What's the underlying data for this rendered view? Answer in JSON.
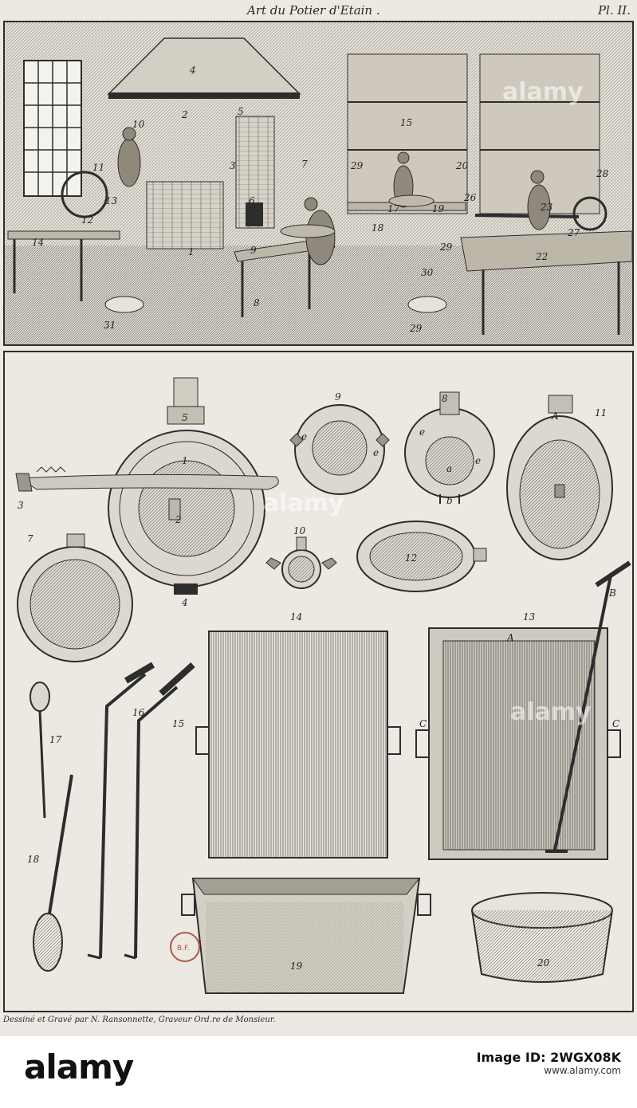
{
  "plate": {
    "title": "Art du Potier d'Etain .",
    "plate_number": "Pl. II.",
    "credit": "Dessiné et Gravé par N. Ransonnette, Graveur Ord.re de Monsieur."
  },
  "workshop_labels": [
    "4",
    "2",
    "5",
    "3",
    "6",
    "10",
    "11",
    "12",
    "13",
    "14",
    "1",
    "7",
    "9",
    "8",
    "31",
    "15",
    "29",
    "20",
    "17",
    "18",
    "19",
    "30",
    "29",
    "26",
    "28",
    "23",
    "27",
    "22",
    "29"
  ],
  "tool_labels": {
    "l1": "1",
    "l2": "2",
    "l3": "3",
    "l4": "4",
    "l5": "5",
    "l7": "7",
    "l8": "8",
    "l9": "9",
    "l10": "10",
    "l11": "11",
    "l12": "12",
    "l13": "13",
    "l14": "14",
    "l15": "15",
    "l16": "16",
    "l17": "17",
    "l18": "18",
    "l19": "19",
    "l20": "20",
    "la": "a",
    "lb": "b",
    "le1": "e",
    "le2": "e",
    "le3": "e",
    "le4": "e",
    "lA11": "A",
    "lA13": "A",
    "lB13": "B",
    "lC1": "C",
    "lC2": "C"
  },
  "stamp": {
    "text": "B.F."
  },
  "watermark": {
    "text": "alamy"
  },
  "footer": {
    "logo": "alamy",
    "image_id_label": "Image ID: 2WGX08K",
    "site": "www.alamy.com"
  }
}
